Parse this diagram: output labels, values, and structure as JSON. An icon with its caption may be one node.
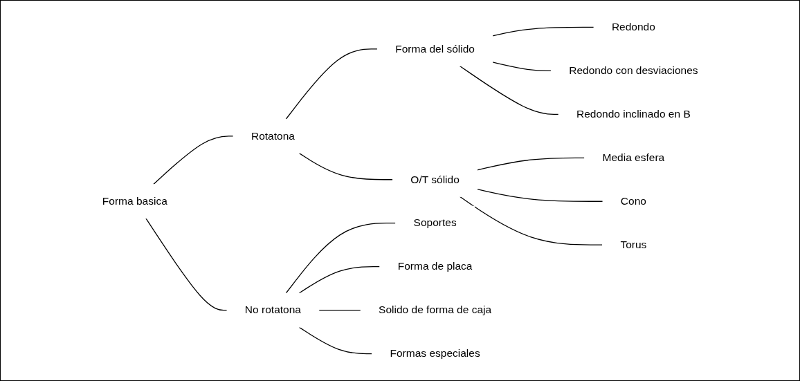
{
  "diagram": {
    "nodes": [
      {
        "text": [
          "Forma basica"
        ]
      },
      {
        "text": [
          "Rotatona"
        ]
      },
      {
        "text": [
          "No rotatona"
        ]
      },
      {
        "text": [
          "Forma del sólido"
        ]
      },
      {
        "text": [
          "O/T sólido"
        ]
      },
      {
        "text": [
          "Redondo"
        ]
      },
      {
        "text": [
          "Redondo con desviaciones"
        ]
      },
      {
        "text": [
          "Redondo inclinado en B"
        ]
      },
      {
        "text": [
          "Media esfera"
        ]
      },
      {
        "text": [
          "Cono"
        ]
      },
      {
        "text": [
          "Torus"
        ]
      },
      {
        "text": [
          "Soportes"
        ]
      },
      {
        "text": [
          "Forma de placa"
        ]
      },
      {
        "text": [
          "Solido de forma de caja"
        ]
      },
      {
        "text": [
          "Formas especiales"
        ]
      }
    ],
    "edges": [
      {
        "from": 0,
        "to": 1,
        "arrow": "none"
      },
      {
        "from": 0,
        "to": 2,
        "arrow": "none"
      },
      {
        "from": 1,
        "to": 3,
        "arrow": "none"
      },
      {
        "from": 1,
        "to": 4,
        "arrow": "none"
      },
      {
        "from": 3,
        "to": 5,
        "arrow": "none"
      },
      {
        "from": 3,
        "to": 6,
        "arrow": "none"
      },
      {
        "from": 3,
        "to": 7,
        "arrow": "none"
      },
      {
        "from": 4,
        "to": 8,
        "arrow": "none"
      },
      {
        "from": 4,
        "to": 9,
        "arrow": "none"
      },
      {
        "from": 4,
        "to": 10,
        "arrow": "none"
      },
      {
        "from": 2,
        "to": 11,
        "arrow": "none"
      },
      {
        "from": 2,
        "to": 12,
        "arrow": "none"
      },
      {
        "from": 2,
        "to": 13,
        "arrow": "none"
      },
      {
        "from": 2,
        "to": 14,
        "arrow": "none"
      }
    ]
  }
}
